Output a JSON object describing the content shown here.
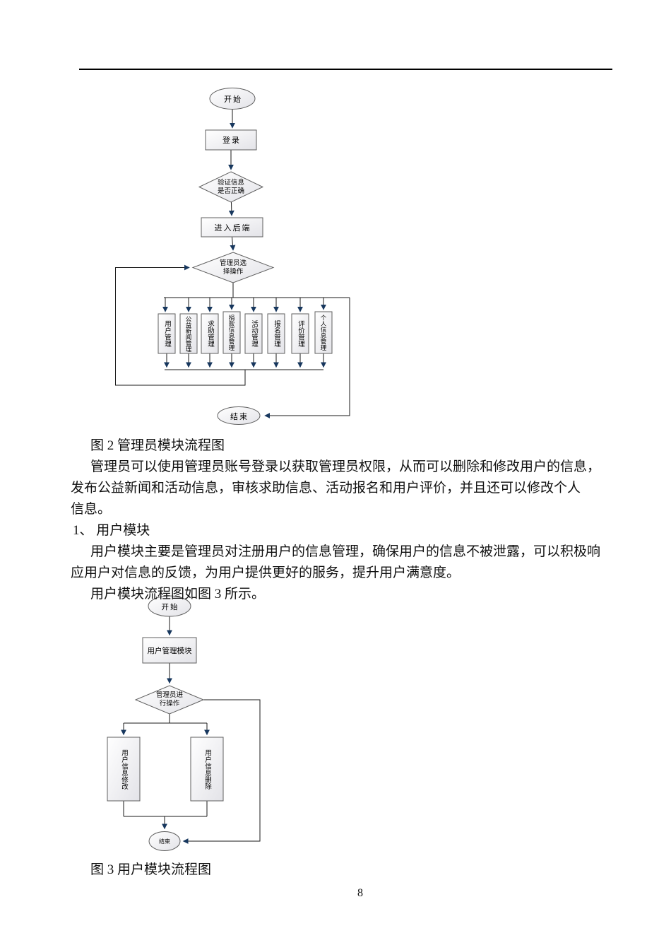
{
  "page": {
    "number": "8"
  },
  "figure2": {
    "caption": "图 2 管理员模块流程图",
    "nodes": {
      "start": "开始",
      "login": "登录",
      "verify": "验证信息\n是否正确",
      "backend": "进入后端",
      "choose": "管理员选\n择操作",
      "boxes": [
        "用户管理",
        "公益新闻管理",
        "求助管理",
        "捐款信息管理",
        "活动管理",
        "报名管理",
        "评价管理",
        "个人信息管理"
      ],
      "end": "结束"
    }
  },
  "figure3": {
    "caption": "图 3 用户模块流程图",
    "nodes": {
      "start": "开始",
      "module": "用户管理模块",
      "operate": "管理员进\n行操作",
      "modify": "用户信息修改",
      "delete": "用户信息删除",
      "end": "结束"
    }
  },
  "text": {
    "para1_line1": "管理员可以使用管理员账号登录以获取管理员权限，从而可以删除和修改用户的信息，",
    "para1_line2": "发布公益新闻和活动信息，审核求助信息、活动报名和用户评价，并且还可以修改个人",
    "para1_line3": "信息。",
    "heading1": "1、 用户模块",
    "para2_line1": "用户模块主要是管理员对注册用户的信息管理，确保用户的信息不被泄露，可以积极响",
    "para2_line2": "应用户对信息的反馈，为用户提供更好的服务，提升用户满意度。",
    "para3": "用户模块流程图如图 3 所示。"
  },
  "colors": {
    "arrowhead": "#17375e",
    "line": "#1a1a1a",
    "shape_border": "#5f5f5f"
  }
}
